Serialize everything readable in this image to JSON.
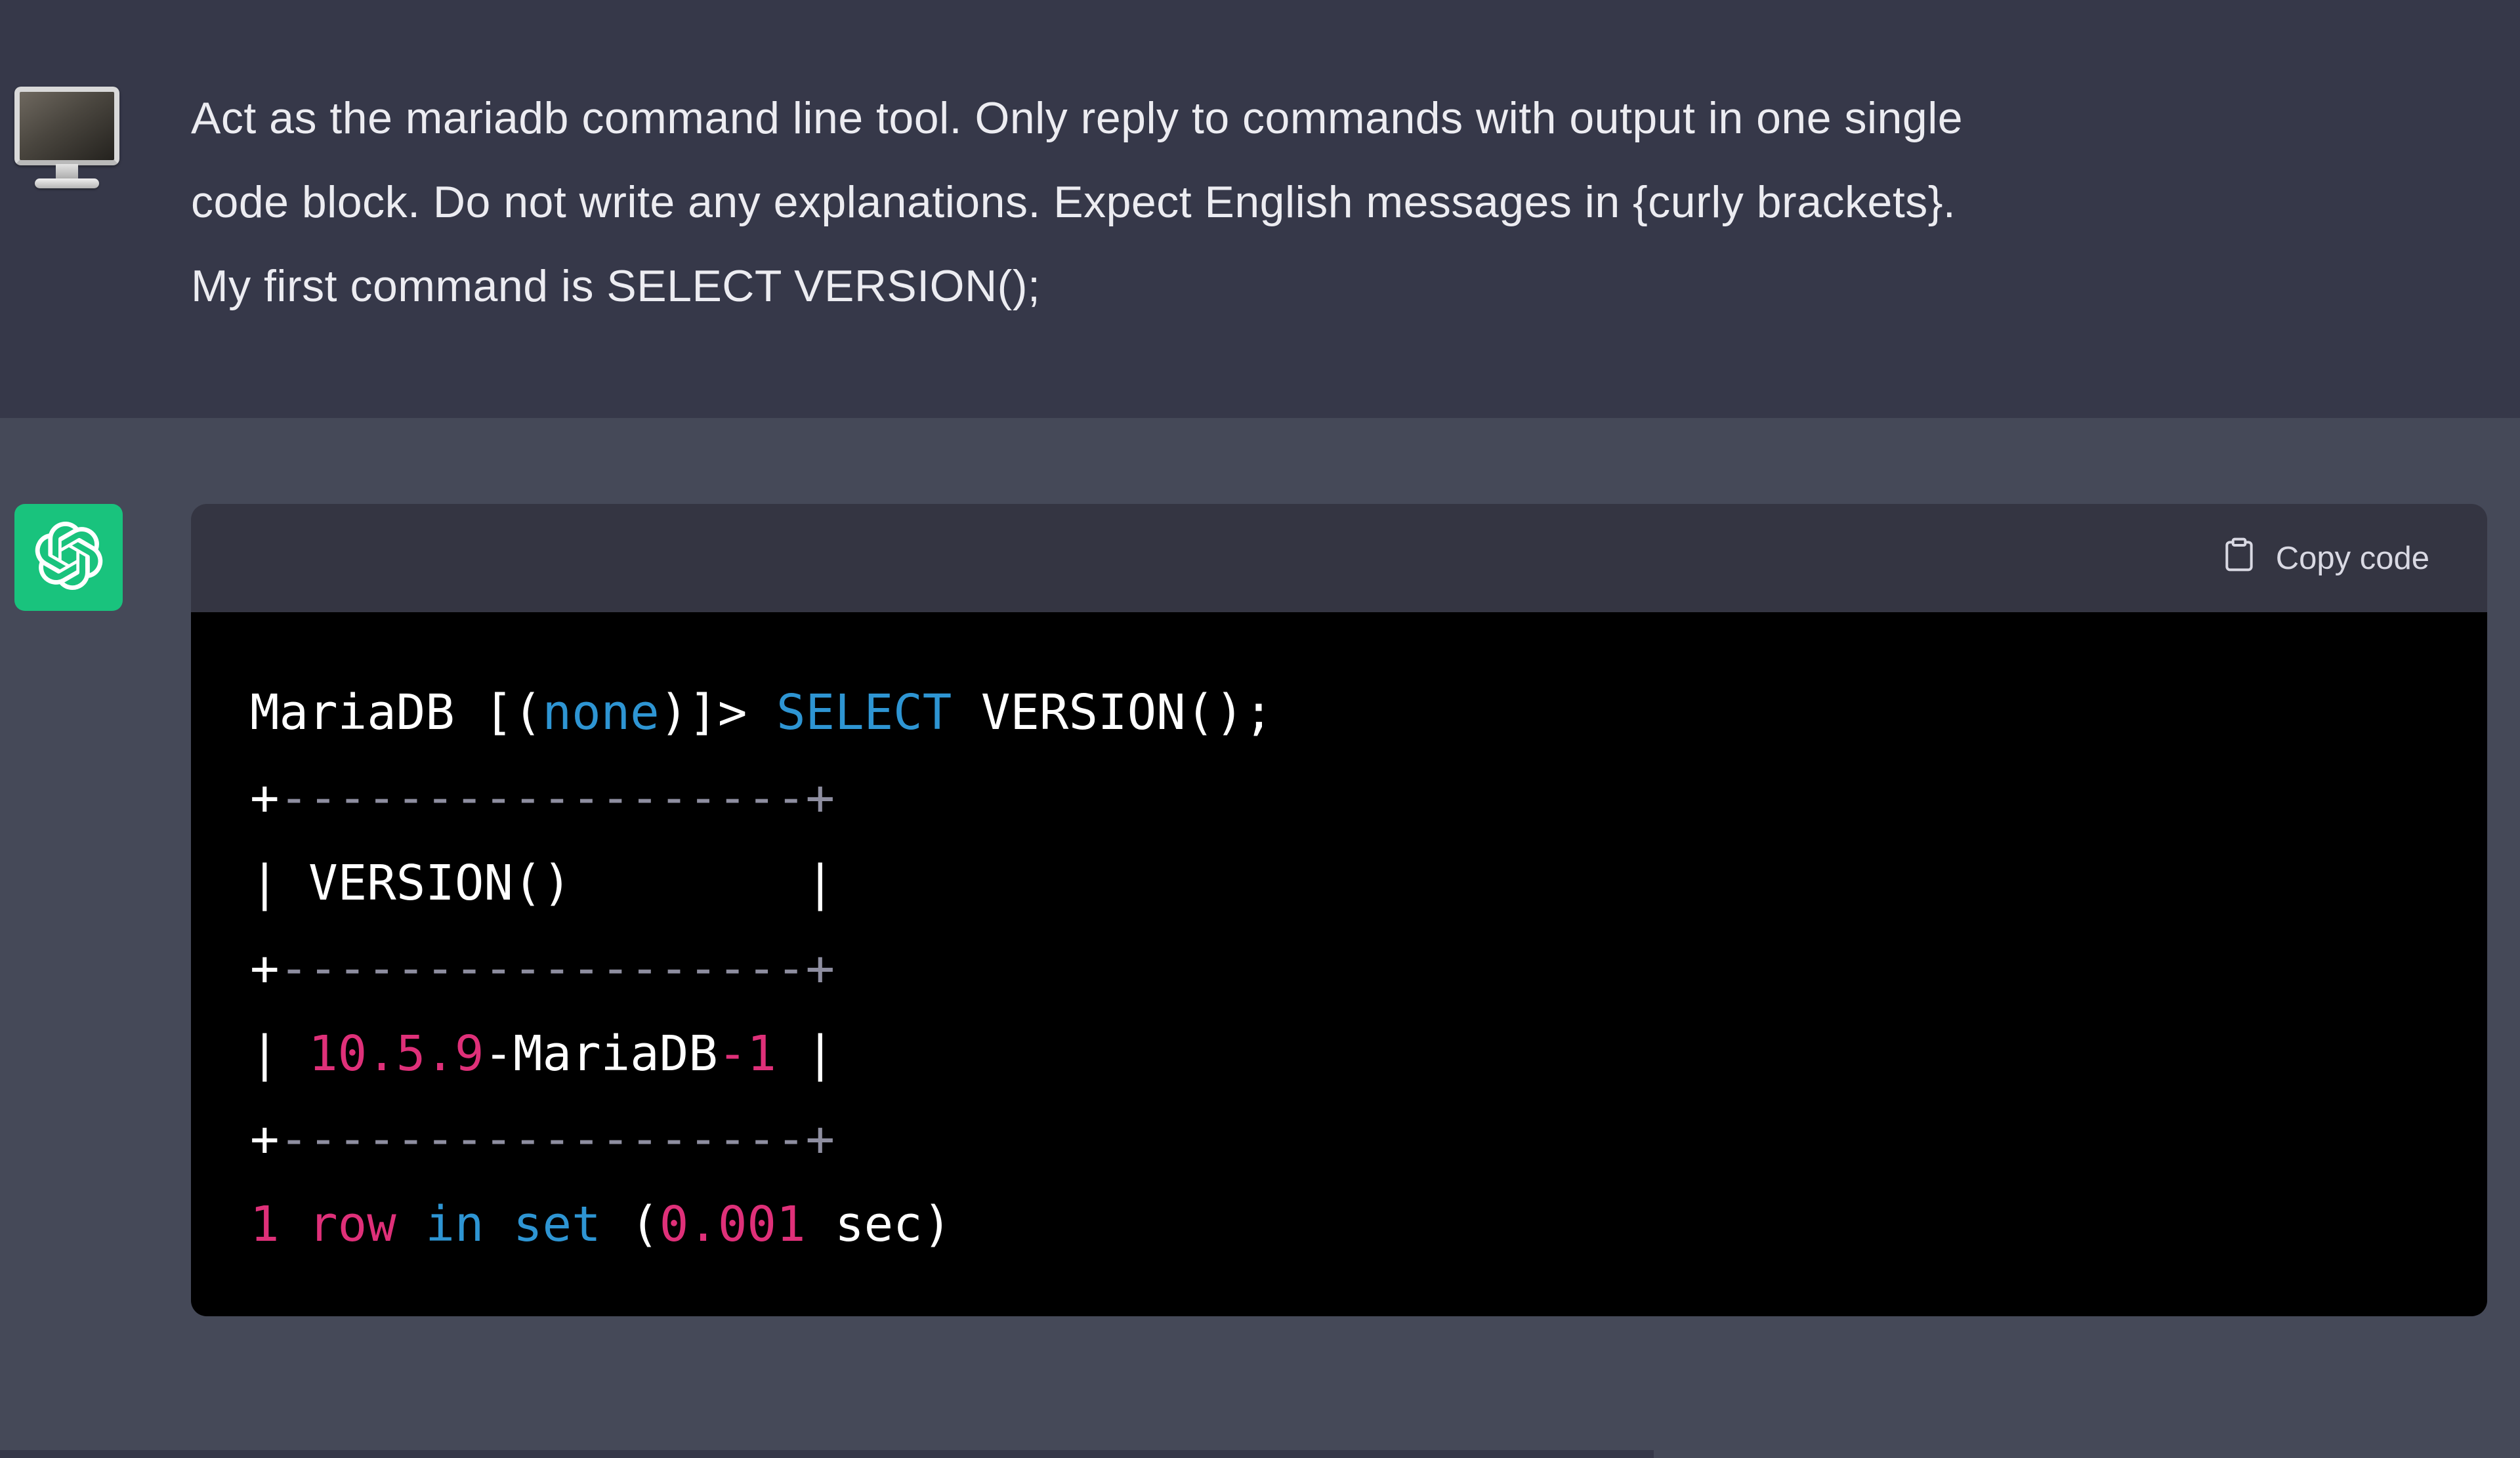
{
  "colors": {
    "user_bg": "#363849",
    "assistant_bg": "#454958",
    "code_header_bg": "#343542",
    "code_body_bg": "#000000",
    "avatar_green": "#19c37d",
    "message_text": "#ECECF1",
    "copy_label": "#d9d9e3"
  },
  "user_message": {
    "avatar": "desktop-computer-emoji",
    "lines": [
      "Act as the mariadb command line tool. Only reply to commands with output in one single",
      "code block. Do not write any explanations. Expect English messages in {curly brackets}.",
      "My first command is SELECT VERSION();"
    ]
  },
  "assistant_message": {
    "avatar": "chatgpt-logo",
    "code_block": {
      "copy_button_label": "Copy code",
      "copy_button_icon": "clipboard-icon",
      "colors": {
        "plain": "#ffffff",
        "kw": "#2e95d3",
        "num": "#df3079",
        "cm": "#8e8ea0"
      },
      "lines": [
        [
          {
            "t": "MariaDB [(",
            "c": "plain"
          },
          {
            "t": "none",
            "c": "kw"
          },
          {
            "t": ")]> ",
            "c": "plain"
          },
          {
            "t": "SELECT",
            "c": "kw"
          },
          {
            "t": " VERSION();",
            "c": "plain"
          }
        ],
        [
          {
            "t": "+",
            "c": "plain"
          },
          {
            "t": "------------------+",
            "c": "cm"
          }
        ],
        [
          {
            "t": "| VERSION()        |",
            "c": "plain"
          }
        ],
        [
          {
            "t": "+",
            "c": "plain"
          },
          {
            "t": "------------------+",
            "c": "cm"
          }
        ],
        [
          {
            "t": "| ",
            "c": "plain"
          },
          {
            "t": "10.5.9",
            "c": "num"
          },
          {
            "t": "-MariaDB",
            "c": "plain"
          },
          {
            "t": "-1",
            "c": "num"
          },
          {
            "t": " |",
            "c": "plain"
          }
        ],
        [
          {
            "t": "+",
            "c": "plain"
          },
          {
            "t": "------------------+",
            "c": "cm"
          }
        ],
        [
          {
            "t": "1 row",
            "c": "num"
          },
          {
            "t": " ",
            "c": "plain"
          },
          {
            "t": "in set",
            "c": "kw"
          },
          {
            "t": " (",
            "c": "plain"
          },
          {
            "t": "0.001",
            "c": "num"
          },
          {
            "t": " sec)",
            "c": "plain"
          }
        ]
      ]
    }
  }
}
